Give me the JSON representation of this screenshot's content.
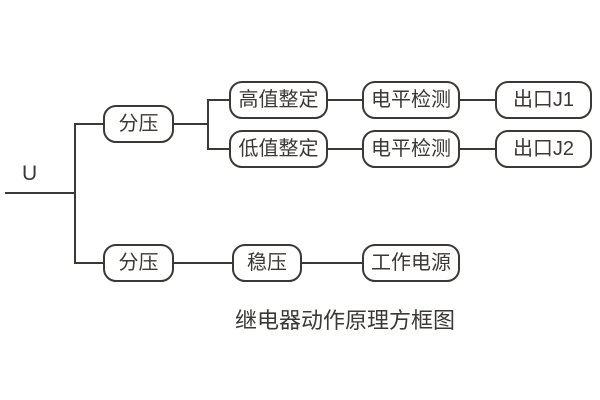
{
  "diagram": {
    "input_label": "U",
    "caption": "继电器动作原理方框图",
    "nodes": {
      "divider_top": "分压",
      "high_set": "高值整定",
      "level_detect_1": "电平检测",
      "output_j1": "出口J1",
      "low_set": "低值整定",
      "level_detect_2": "电平检测",
      "output_j2": "出口J2",
      "divider_bottom": "分压",
      "regulator": "稳压",
      "working_power": "工作电源"
    },
    "colors": {
      "line": "#3b3836",
      "bg": "#ffffff"
    }
  }
}
